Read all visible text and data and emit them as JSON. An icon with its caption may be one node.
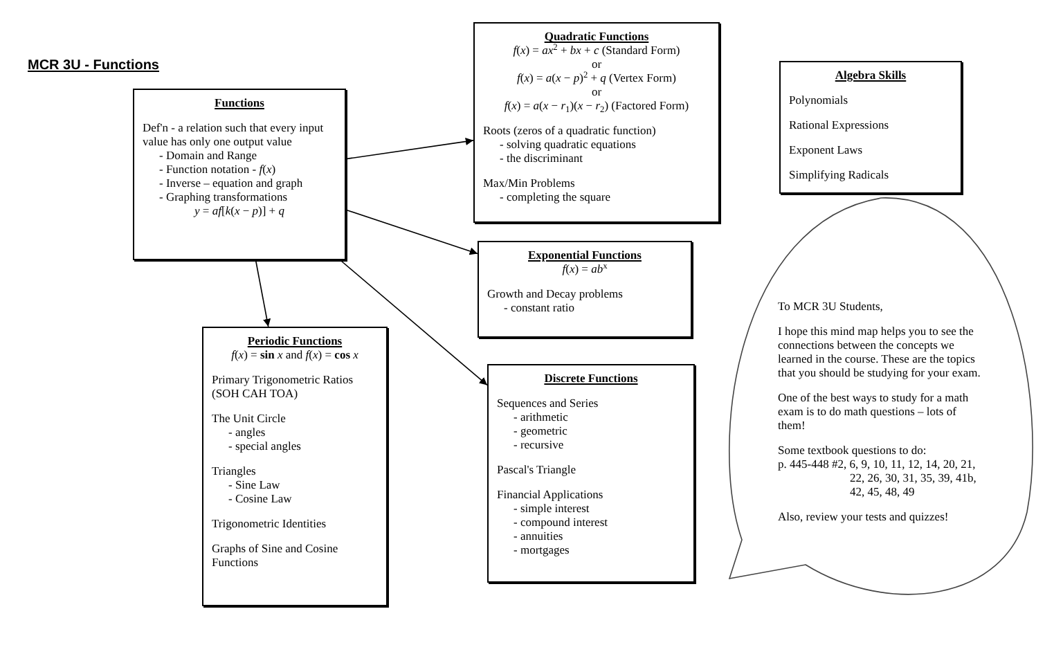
{
  "diagram": {
    "title": "MCR 3U - Functions",
    "nodes": [
      {
        "text": [
          "Functions",
          "Def'n - a relation such that every input value has only one output value",
          "- Domain and Range",
          "- Function notation - *f*(*x*)",
          "- Inverse – equation and graph",
          "- Graphing transformations",
          "*y* = *af*[*k*(*x* − *p*)] + *q*"
        ]
      },
      {
        "text": [
          "Quadratic Functions",
          "*f*(*x*) = *ax*$^{2}$ + *bx* + *c* (Standard Form)",
          "or",
          "*f*(*x*) = *a*(*x* − *p*)$^{2}$ + *q* (Vertex Form)",
          "or",
          "*f*(*x*) = *a*(*x* − *r*$_{1}$)(*x* − *r*$_{2}$) (Factored Form)",
          "Roots (zeros of a quadratic function)",
          "- solving quadratic equations",
          "- the discriminant",
          "Max/Min Problems",
          "- completing the square"
        ]
      },
      {
        "text": [
          "Exponential Functions",
          "*f*(*x*) = *ab*$^{x}$",
          "Growth and Decay problems",
          "- constant ratio"
        ]
      },
      {
        "text": [
          "Periodic Functions",
          "*f*(*x*) = **sin** *x* and *f*(*x*) = **cos** *x*",
          "Primary Trigonometric Ratios (SOH CAH TOA)",
          "The Unit Circle",
          "- angles",
          "- special angles",
          "Triangles",
          "- Sine Law",
          "- Cosine Law",
          "Trigonometric Identities",
          "Graphs of Sine and Cosine Functions"
        ]
      },
      {
        "text": [
          "Discrete Functions",
          "Sequences and Series",
          "- arithmetic",
          "- geometric",
          "- recursive",
          "Pascal's Triangle",
          "Financial Applications",
          "- simple interest",
          "- compound interest",
          "- annuities",
          "- mortgages"
        ]
      },
      {
        "text": [
          "Algebra Skills",
          "Polynomials",
          "Rational Expressions",
          "Exponent Laws",
          "Simplifying Radicals"
        ]
      },
      {
        "text": [
          "To MCR 3U Students,",
          "I hope this mind map helps you to see the connections between the concepts we learned in the course. These are the topics that you should be studying for your exam.",
          "One of the best ways to study for a math exam is to do math questions – lots of them!",
          "Some textbook questions to do:",
          "p. 445-448 #2, 6, 9, 10, 11, 12, 14, 20, 21, 22, 26, 30, 31, 35, 39, 41b, 42, 45, 48, 49",
          "Also, review your tests and quizzes!"
        ]
      }
    ],
    "edges": [
      {
        "from": 0,
        "to": 1,
        "arrow": "to"
      },
      {
        "from": 0,
        "to": 2,
        "arrow": "to"
      },
      {
        "from": 0,
        "to": 4,
        "arrow": "to"
      },
      {
        "from": 0,
        "to": 3,
        "arrow": "to"
      }
    ]
  }
}
